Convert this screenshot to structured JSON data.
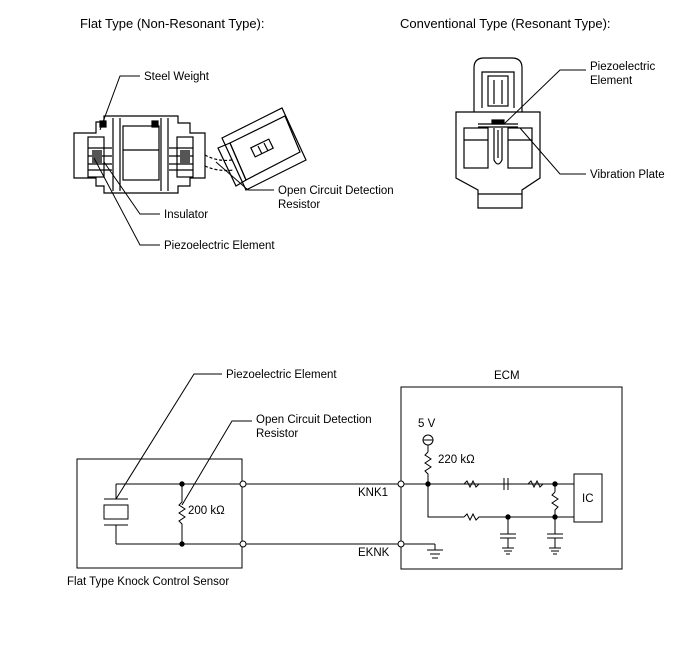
{
  "top": {
    "flat": {
      "title": "Flat Type (Non-Resonant Type):",
      "label_weight": "Steel Weight",
      "label_insulator": "Insulator",
      "label_piezo": "Piezoelectric Element",
      "label_resistor_1": "Open Circuit Detection",
      "label_resistor_2": "Resistor"
    },
    "conventional": {
      "title": "Conventional Type (Resonant Type):",
      "label_piezo_1": "Piezoelectric",
      "label_piezo_2": "Element",
      "label_plate": "Vibration Plate"
    }
  },
  "schematic": {
    "label_piezo": "Piezoelectric Element",
    "label_resistor_1": "Open Circuit Detection",
    "label_resistor_2": "Resistor",
    "sensor_resistor_value": "200 kΩ",
    "sensor_caption": "Flat Type Knock Control Sensor",
    "ecm_title": "ECM",
    "supply_voltage": "5 V",
    "pullup_value": "220 kΩ",
    "pin_signal": "KNK1",
    "pin_ground": "EKNK",
    "ic_label": "IC"
  }
}
